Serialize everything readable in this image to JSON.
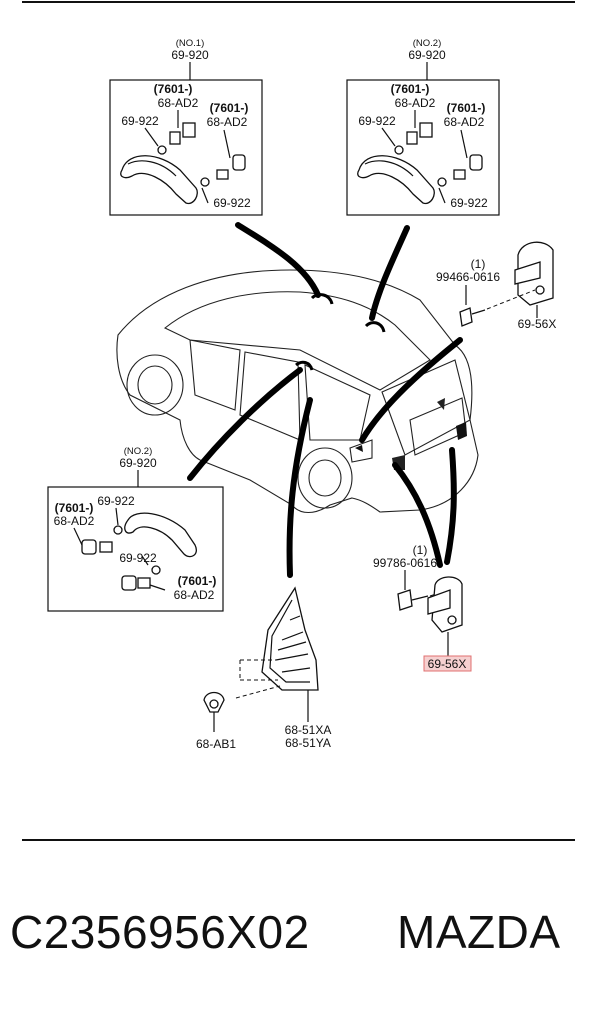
{
  "labels": {
    "no1": "(NO.1)",
    "no2": "(NO.2)",
    "part_69_920": "69-920",
    "part_7601": "(7601-)",
    "part_68_AD2": "68-AD2",
    "part_69_922": "69-922",
    "part_99466": "99466-0616",
    "qty_1": "(1)",
    "part_69_56X": "69-56X",
    "part_99786": "99786-0616",
    "part_68_AB1": "68-AB1",
    "part_68_51XA": "68-51XA",
    "part_68_51YA": "68-51YA"
  },
  "footer": {
    "code": "C2356956X02",
    "brand": "MAZDA"
  },
  "colors": {
    "highlight_fill": "#f6d0d0",
    "highlight_border": "#e07070"
  }
}
